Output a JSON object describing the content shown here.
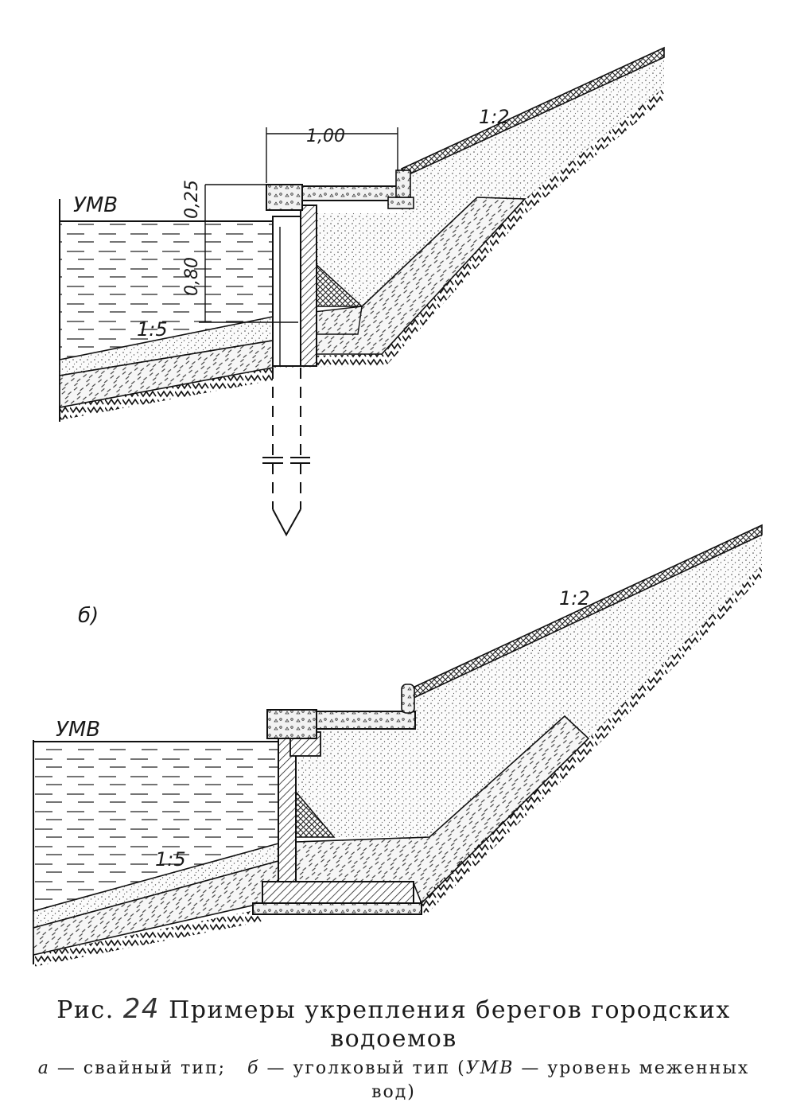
{
  "panel_a": {
    "water_level_label": "УМВ",
    "dim_width": "1,00",
    "dim_height_top": "0,25",
    "dim_height_wall": "0,80",
    "slope_upper": "1:2",
    "slope_lower": "1:5"
  },
  "panel_b": {
    "panel_label": "б)",
    "water_level_label": "УМВ",
    "slope_upper": "1:2",
    "slope_lower": "1:5"
  },
  "caption": {
    "prefix": "Рис.",
    "number": "24",
    "title": "Примеры укрепления берегов городских водоемов",
    "legend_a_letter": "а",
    "legend_a_text": "— свайный тип;",
    "legend_b_letter": "б",
    "legend_b_text": "— уголковый тип",
    "legend_note_abbr": "УМВ",
    "legend_note_text": "— уровень меженных вод"
  }
}
